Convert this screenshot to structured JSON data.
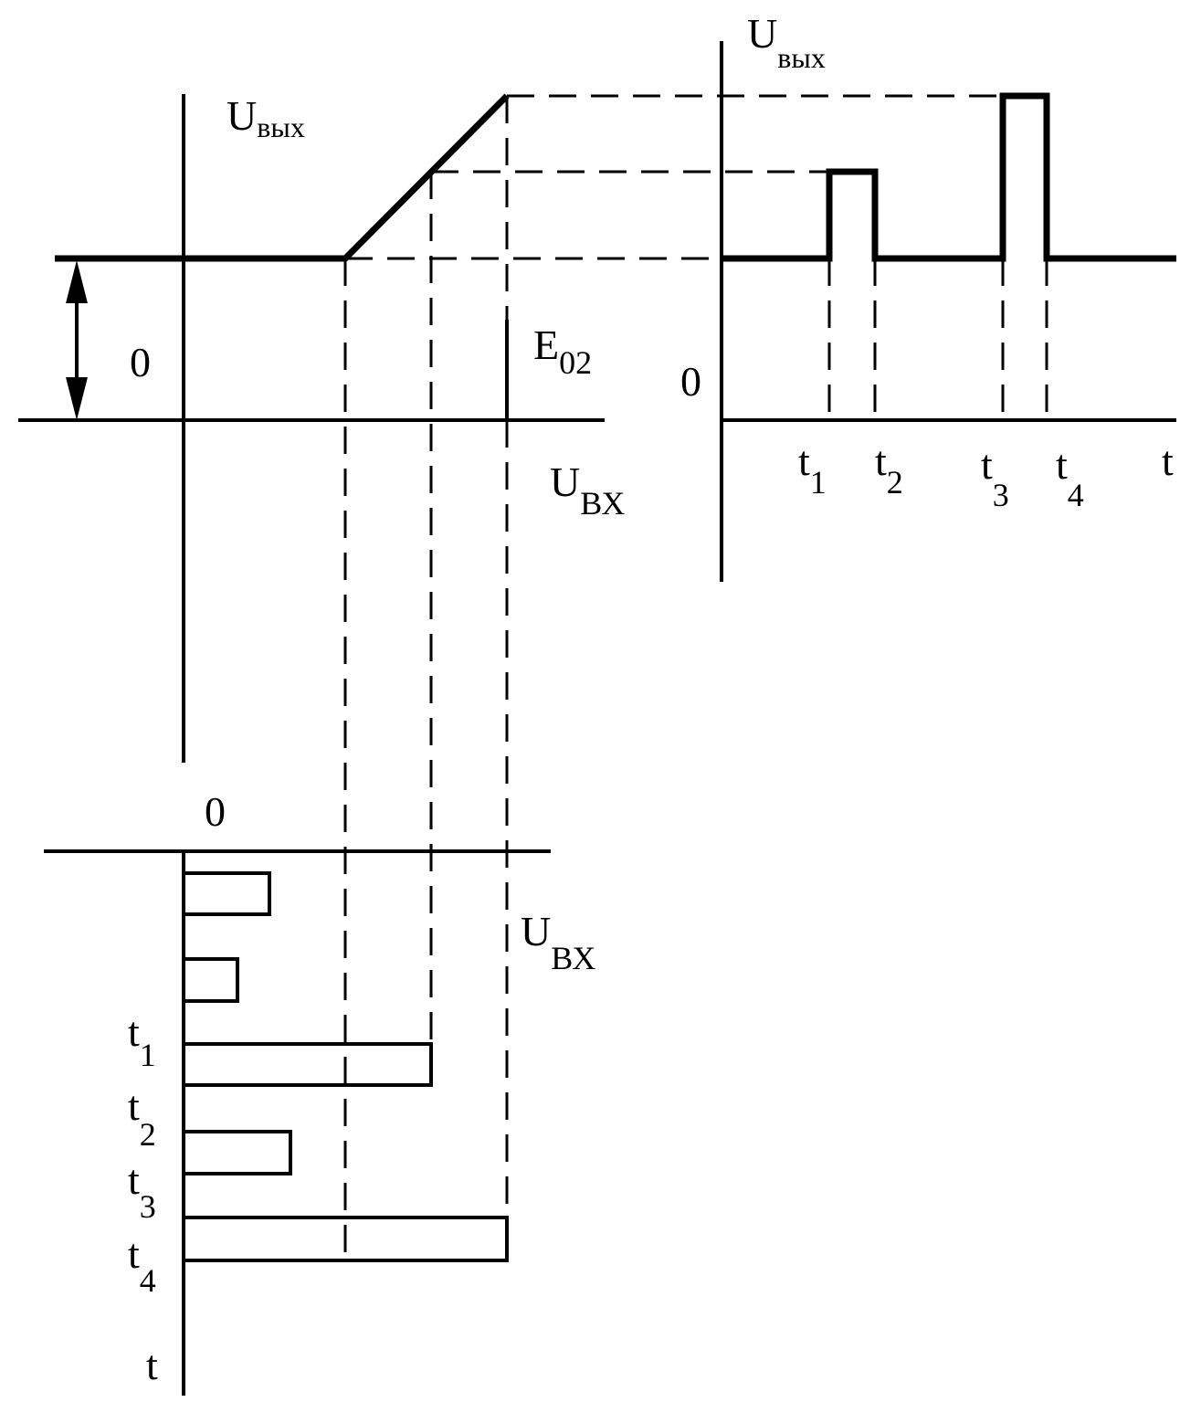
{
  "transfer": {
    "y_label_main": "U",
    "y_label_sub": "вых",
    "zero_label": "0",
    "e_label_main": "E",
    "e_label_sub": "02",
    "x_label_main": "U",
    "x_label_sub": "ВХ"
  },
  "output_time": {
    "y_label_main": "U",
    "y_label_sub": "вых",
    "zero_label": "0",
    "ticks": [
      {
        "main": "t",
        "sub": "1"
      },
      {
        "main": "t",
        "sub": "2"
      },
      {
        "main": "t",
        "sub": "3"
      },
      {
        "main": "t",
        "sub": "4"
      }
    ],
    "x_label": "t"
  },
  "input_time": {
    "zero_label": "0",
    "x_label_main": "U",
    "x_label_sub": "ВХ",
    "ticks": [
      {
        "main": "t",
        "sub": "1"
      },
      {
        "main": "t",
        "sub": "2"
      },
      {
        "main": "t",
        "sub": "3"
      },
      {
        "main": "t",
        "sub": "4"
      }
    ],
    "t_label": "t"
  }
}
